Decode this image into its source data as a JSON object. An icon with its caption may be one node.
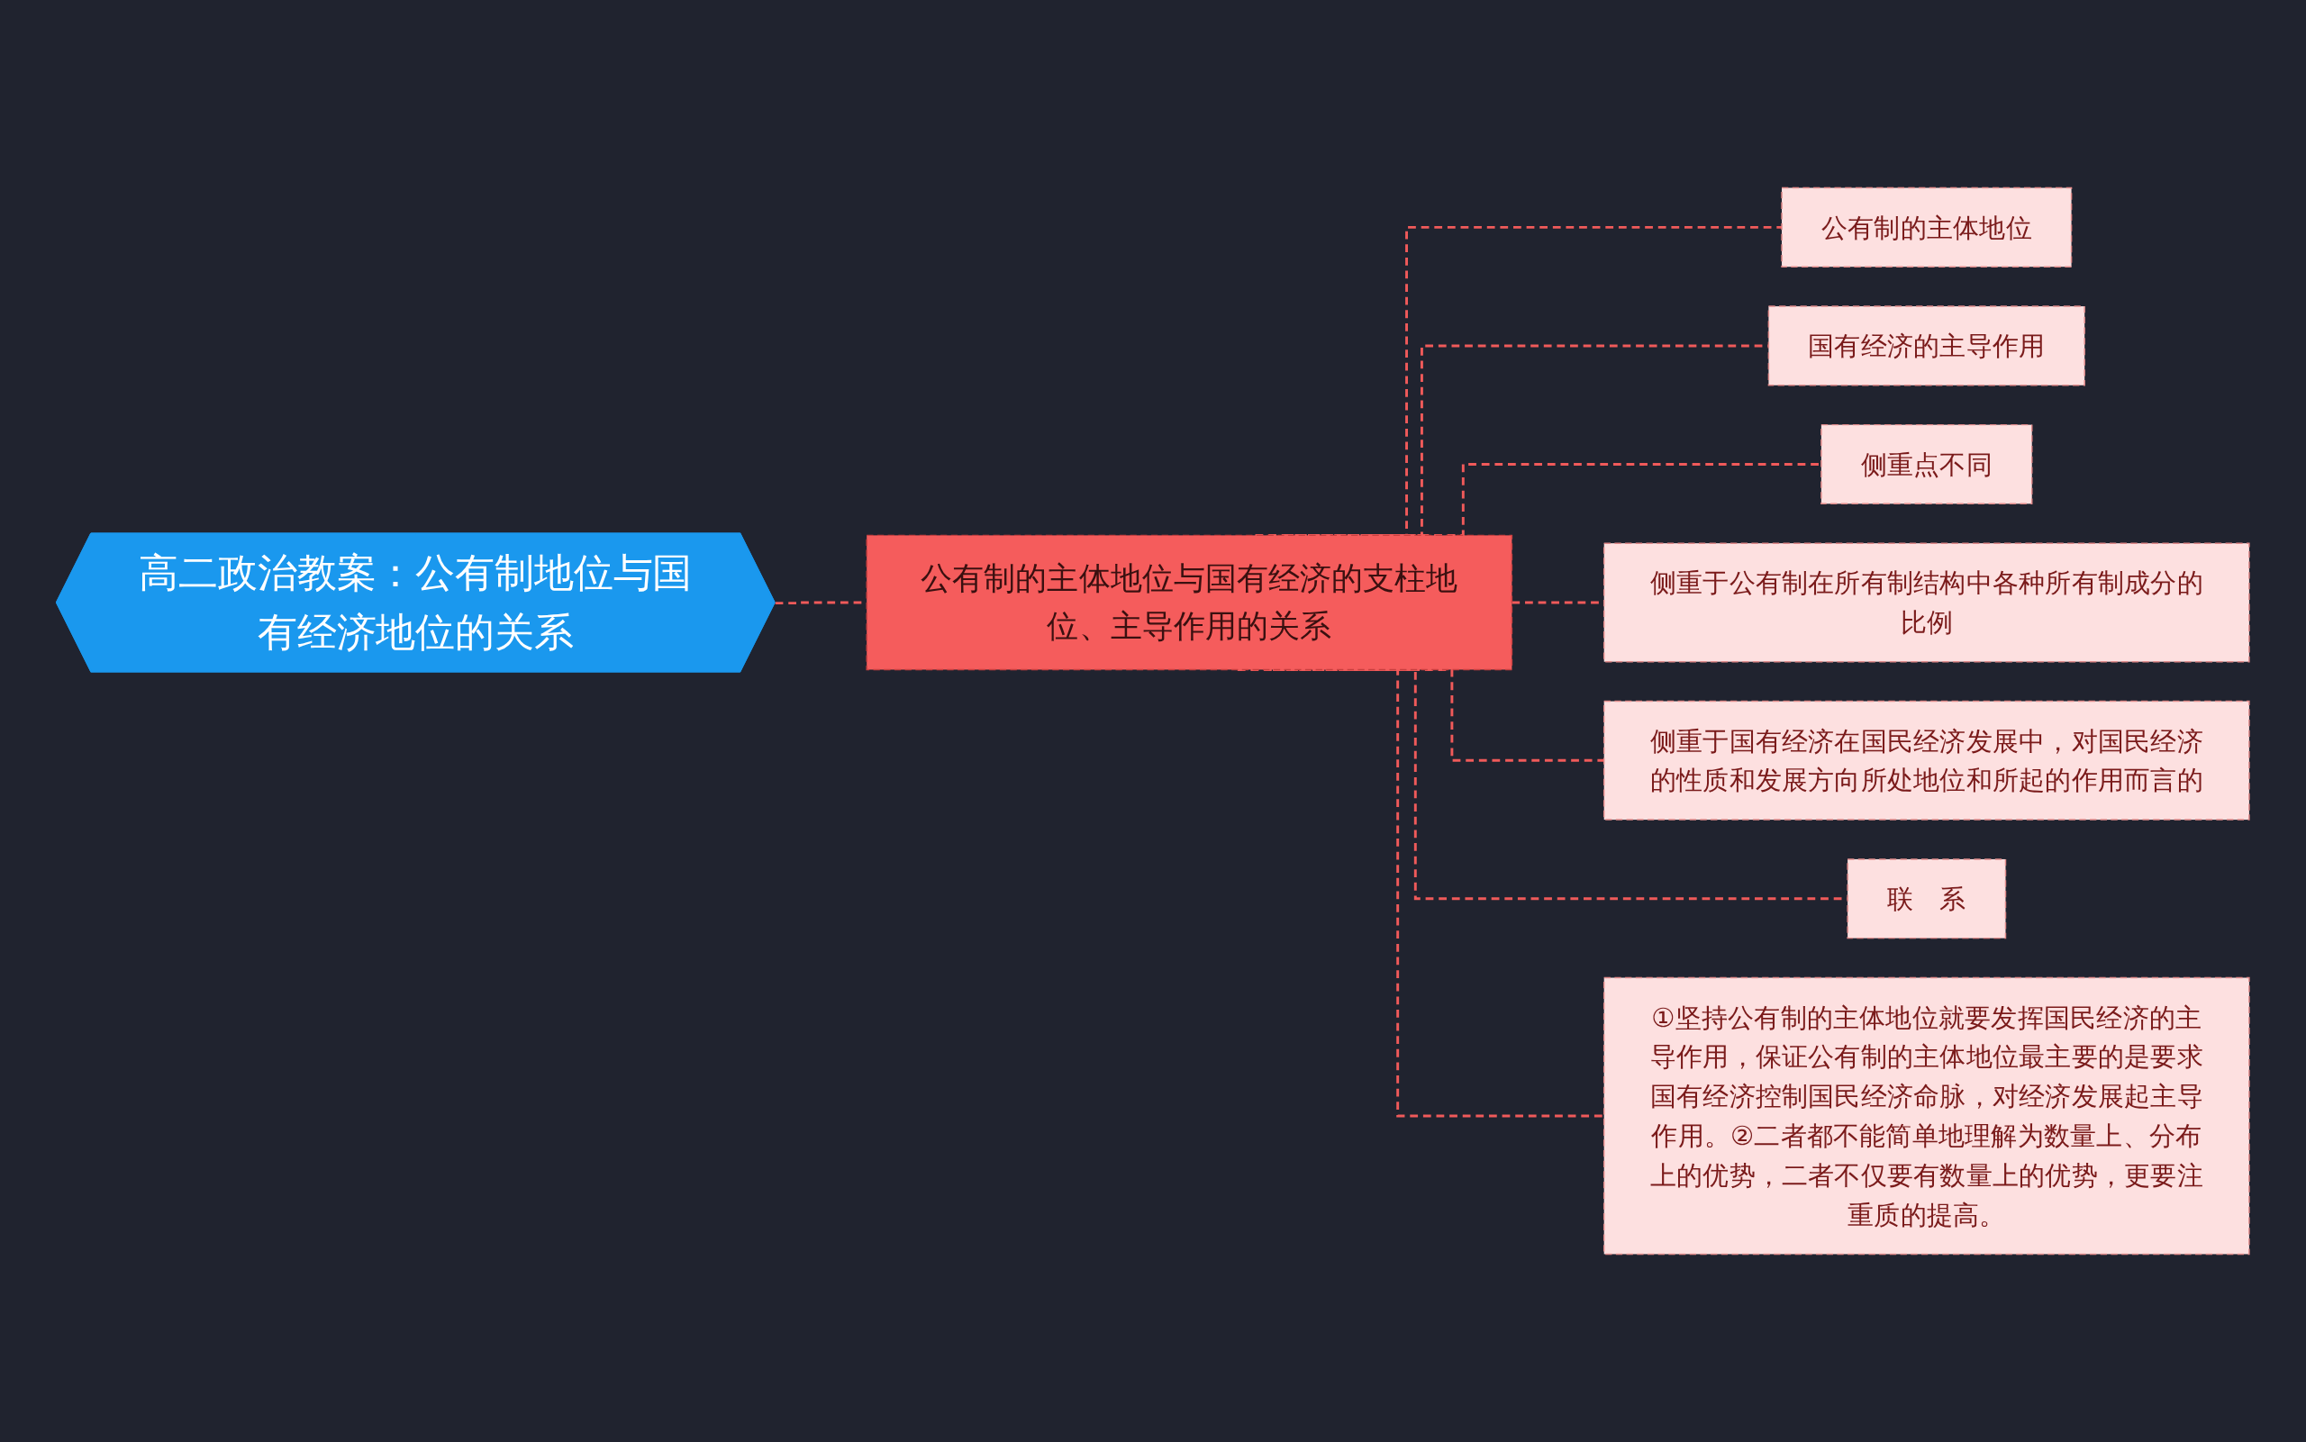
{
  "diagram": {
    "nodes": [
      {
        "text": [
          "高二政治教案：公有制地位与国有经济地位的关系"
        ]
      },
      {
        "text": [
          "公有制的主体地位与国有经济的支柱地位、主导作用的关系"
        ]
      },
      {
        "text": [
          "公有制的主体地位"
        ]
      },
      {
        "text": [
          "国有经济的主导作用"
        ]
      },
      {
        "text": [
          "侧重点不同"
        ]
      },
      {
        "text": [
          "侧重于公有制在所有制结构中各种所有制成分的比例"
        ]
      },
      {
        "text": [
          "侧重于国有经济在国民经济发展中，对国民经济的性质和发展方向所处地位和所起的作用而言的"
        ]
      },
      {
        "text": [
          "联　系"
        ]
      },
      {
        "text": [
          "①坚持公有制的主体地位就要发挥国民经济的主导作用，保证公有制的主体地位最主要的是要求国有经济控制国民经济命脉，对经济发展起主导作用。②二者都不能简单地理解为数量上、分布上的优势，二者不仅要有数量上的优势，更要注重质的提高。"
        ]
      }
    ],
    "edges": [
      {
        "from": 0,
        "to": 1,
        "arrow": "none",
        "style": "dashed"
      },
      {
        "from": 1,
        "to": 2,
        "arrow": "none",
        "style": "dashed"
      },
      {
        "from": 1,
        "to": 3,
        "arrow": "none",
        "style": "dashed"
      },
      {
        "from": 1,
        "to": 4,
        "arrow": "none",
        "style": "dashed"
      },
      {
        "from": 1,
        "to": 5,
        "arrow": "none",
        "style": "dashed"
      },
      {
        "from": 1,
        "to": 6,
        "arrow": "none",
        "style": "dashed"
      },
      {
        "from": 1,
        "to": 7,
        "arrow": "none",
        "style": "dashed"
      },
      {
        "from": 1,
        "to": 8,
        "arrow": "none",
        "style": "dashed"
      }
    ]
  }
}
